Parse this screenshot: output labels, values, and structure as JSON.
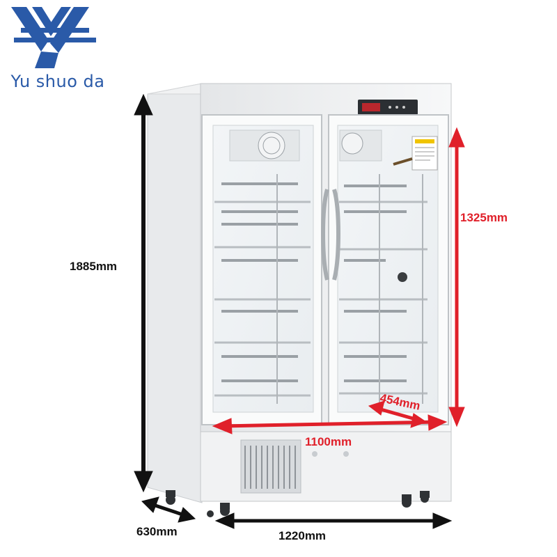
{
  "brand": {
    "name": "Yu shuo da",
    "color": "#2a5aa8"
  },
  "product": "double-door glass refrigerator cabinet",
  "dimensions": {
    "overall_height": "1885mm",
    "overall_width": "1220mm",
    "overall_depth": "630mm",
    "inner_height": "1325mm",
    "inner_width": "1100mm",
    "inner_depth": "454mm"
  },
  "colors": {
    "outline_arrow": "#111111",
    "inner_arrow": "#e0202a",
    "cabinet": "#f3f4f5"
  }
}
